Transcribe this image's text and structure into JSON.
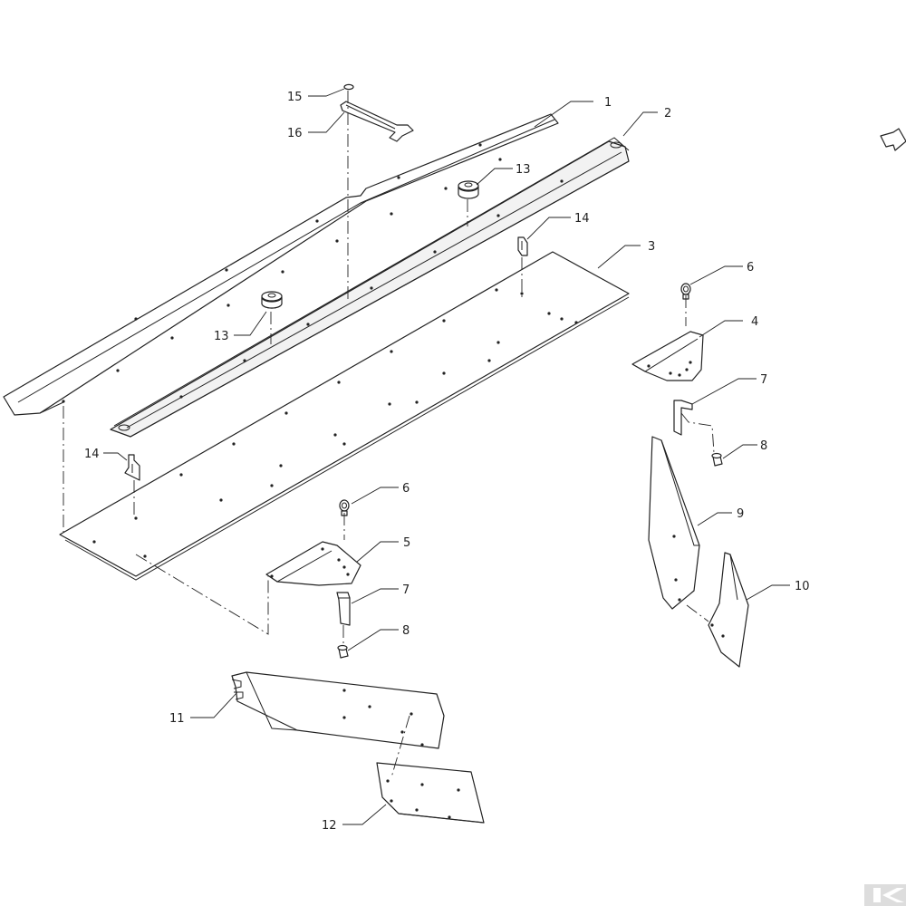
{
  "callouts": [
    {
      "id": "c1",
      "label": "1"
    },
    {
      "id": "c2",
      "label": "2"
    },
    {
      "id": "c3",
      "label": "3"
    },
    {
      "id": "c4",
      "label": "4"
    },
    {
      "id": "c5",
      "label": "5"
    },
    {
      "id": "c6a",
      "label": "6"
    },
    {
      "id": "c6b",
      "label": "6"
    },
    {
      "id": "c7a",
      "label": "7"
    },
    {
      "id": "c7b",
      "label": "7"
    },
    {
      "id": "c8a",
      "label": "8"
    },
    {
      "id": "c8b",
      "label": "8"
    },
    {
      "id": "c9",
      "label": "9"
    },
    {
      "id": "c10",
      "label": "10"
    },
    {
      "id": "c11",
      "label": "11"
    },
    {
      "id": "c12",
      "label": "12"
    },
    {
      "id": "c13a",
      "label": "13"
    },
    {
      "id": "c13b",
      "label": "13"
    },
    {
      "id": "c14a",
      "label": "14"
    },
    {
      "id": "c14b",
      "label": "14"
    },
    {
      "id": "c15",
      "label": "15"
    },
    {
      "id": "c16",
      "label": "16"
    }
  ],
  "icons": {
    "direction": "direction-arrow-icon",
    "brand": "brand-logo-icon"
  },
  "colors": {
    "line": "#222222",
    "background": "#ffffff",
    "logo": "#dddddd"
  }
}
